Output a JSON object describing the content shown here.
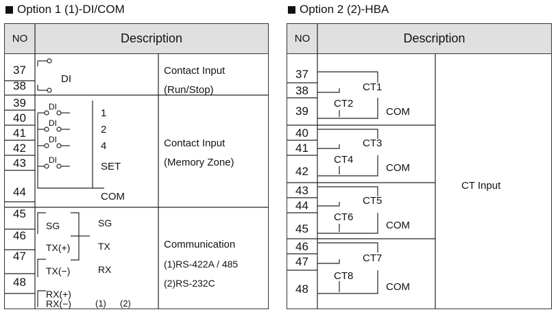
{
  "left": {
    "title": "Option 1 (1)-DI/COM",
    "header": {
      "no": "NO",
      "description": "Description"
    },
    "numbers": [
      "37",
      "38",
      "39",
      "40",
      "41",
      "42",
      "43",
      "44",
      "45",
      "46",
      "47",
      "48"
    ],
    "di_run": {
      "di_label": "DI",
      "desc_line1": "Contact Input",
      "desc_line2": "(Run/Stop)"
    },
    "di_zone": {
      "di_labels": [
        "DI",
        "DI",
        "DI",
        "DI"
      ],
      "outputs": [
        "1",
        "2",
        "4",
        "SET"
      ],
      "com": "COM",
      "desc_line1": "Contact Input",
      "desc_line2": "(Memory Zone)"
    },
    "comm": {
      "left_labels": [
        "SG",
        "TX(+)",
        "TX(−)",
        "RX(+)",
        "RX(−)"
      ],
      "right_labels": [
        "SG",
        "TX",
        "RX"
      ],
      "option_labels": [
        "(1)",
        "(2)"
      ],
      "desc_line1": "Communication",
      "desc_line2": "(1)RS-422A / 485",
      "desc_line3": "(2)RS-232C"
    }
  },
  "right": {
    "title": "Option 2 (2)-HBA",
    "header": {
      "no": "NO",
      "description": "Description"
    },
    "numbers": [
      "37",
      "38",
      "39",
      "40",
      "41",
      "42",
      "43",
      "44",
      "45",
      "46",
      "47",
      "48"
    ],
    "groups": [
      {
        "ct_a": "CT1",
        "ct_b": "CT2",
        "com": "COM"
      },
      {
        "ct_a": "CT3",
        "ct_b": "CT4",
        "com": "COM"
      },
      {
        "ct_a": "CT5",
        "ct_b": "CT6",
        "com": "COM"
      },
      {
        "ct_a": "CT7",
        "ct_b": "CT8",
        "com": "COM"
      }
    ],
    "description": "CT Input"
  }
}
